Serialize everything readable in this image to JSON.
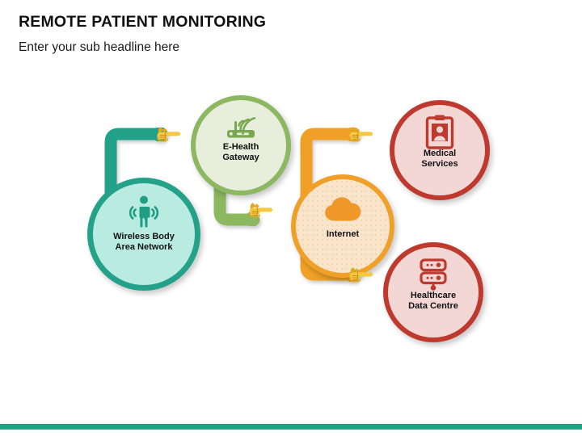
{
  "slide": {
    "title": "REMOTE PATIENT MONITORING",
    "subtitle": "Enter your sub headline here",
    "background_color": "#ffffff",
    "accent_bar_color": "#24a085"
  },
  "diagram": {
    "type": "process-flow",
    "nodes": [
      {
        "id": "wban",
        "label": "Wireless Body\nArea Network",
        "icon": "person-wireless-signal-icon",
        "ring_color": "#23a189",
        "fill_color": "#b9ebe0",
        "icon_color": "#1f9e84"
      },
      {
        "id": "gateway",
        "label": "E-Health\nGateway",
        "icon": "wifi-router-icon",
        "ring_color": "#8cb861",
        "fill_color": "#e7eedc",
        "icon_color": "#7aa74f"
      },
      {
        "id": "internet",
        "label": "Internet",
        "icon": "cloud-icon",
        "ring_color": "#f0a028",
        "fill_color": "#fae5ca",
        "icon_color": "#f0992a"
      },
      {
        "id": "medical",
        "label": "Medical\nServices",
        "icon": "clipboard-person-icon",
        "ring_color": "#bf3a2e",
        "fill_color": "#f3d7d5",
        "icon_color": "#bf3a2e"
      },
      {
        "id": "datacentre",
        "label": "Healthcare\nData Centre",
        "icon": "server-stack-icon",
        "ring_color": "#bf3a2e",
        "fill_color": "#f3d7d5",
        "icon_color": "#bf3a2e"
      }
    ],
    "connectors": [
      {
        "id": "wban-to-gateway",
        "from": "wban",
        "to": "gateway",
        "color": "#23a189",
        "marker": "pointing-hand-icon"
      },
      {
        "id": "gateway-to-internet",
        "from": "gateway",
        "to": "internet",
        "color": "#8cb861",
        "marker": "pointing-hand-icon"
      },
      {
        "id": "internet-to-medical",
        "from": "internet",
        "to": "medical",
        "color": "#f0a028",
        "marker": "pointing-hand-icon"
      },
      {
        "id": "internet-to-datacentre",
        "from": "internet",
        "to": "datacentre",
        "color": "#f0a028",
        "marker": "pointing-hand-icon"
      }
    ],
    "marker_colors": {
      "hand_light": "#f5c842",
      "hand_mid": "#e0a820",
      "hand_dark": "#c98d14"
    }
  }
}
